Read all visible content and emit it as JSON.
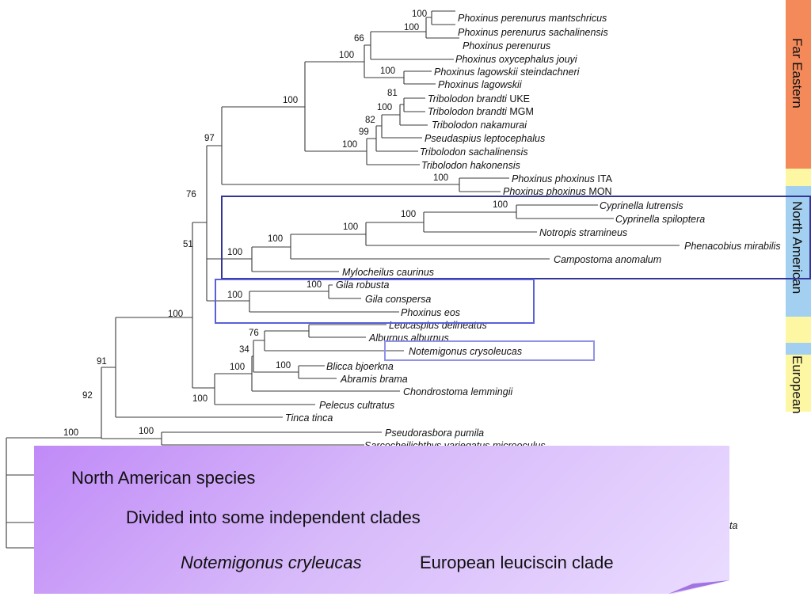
{
  "legend": {
    "far_eastern": "Far Eastern",
    "north_american": "North American",
    "european": "European",
    "colors": {
      "far_eastern": "#f4895a",
      "north_american": "#a3d0f0",
      "european": "#fdf7a3",
      "clade_box_dark": "#34359a",
      "clade_box_mid": "#5a60d8",
      "clade_box_light": "#8f92e8"
    }
  },
  "taxa": {
    "t1": "Phoxinus perenurus mantschricus",
    "t2": "Phoxinus perenurus sachalinensis",
    "t3": "Phoxinus perenurus",
    "t4": "Phoxinus oxycephalus jouyi",
    "t5": "Phoxinus lagowskii steindachneri",
    "t6": "Phoxinus lagowskii",
    "t7": "Tribolodon brandti",
    "t7s": " UKE",
    "t8": "Tribolodon brandti",
    "t8s": " MGM",
    "t9": "Tribolodon nakamurai",
    "t10": "Pseudaspius leptocephalus",
    "t11": "Tribolodon sachalinensis",
    "t12": "Tribolodon hakonensis",
    "t13": "Phoxinus phoxinus",
    "t13s": " ITA",
    "t14": "Phoxinus phoxinus",
    "t14s": " MON",
    "t15": "Cyprinella lutrensis",
    "t16": "Cyprinella spiloptera",
    "t17": "Notropis stramineus",
    "t18": "Phenacobius mirabilis",
    "t19": "Campostoma anomalum",
    "t20": "Mylocheilus caurinus",
    "t21": "Gila robusta",
    "t22": "Gila conspersa",
    "t23": "Phoxinus eos",
    "t24": "Leucaspius delineatus",
    "t25": "Alburnus alburnus",
    "t26": "Notemigonus crysoleucas",
    "t27": "Blicca bjoerkna",
    "t28": "Abramis brama",
    "t29": "Chondrostoma lemmingii",
    "t30": "Pelecus cultratus",
    "t31": "Tinca tinca",
    "t32": "Pseudorasbora pumila",
    "t33": "Sarcocheilichthys variegatus microoculus",
    "t34": "ta"
  },
  "support": {
    "b1": "100",
    "b2": "100",
    "b3": "66",
    "b4": "100",
    "b5": "100",
    "b6": "100",
    "b7": "81",
    "b8": "100",
    "b9": "82",
    "b10": "99",
    "b11": "100",
    "b12": "97",
    "b13": "100",
    "b14": "100",
    "b15": "100",
    "b16": "100",
    "b17": "100",
    "b18": "76",
    "b19": "51",
    "b20": "100",
    "b21": "100",
    "b22": "100",
    "b23": "76",
    "b24": "34",
    "b25": "100",
    "b26": "100",
    "b27": "100",
    "b28": "100",
    "b29": "91",
    "b30": "92",
    "b31": "100",
    "b32": "100"
  },
  "note": {
    "line1": "North American species",
    "line2": "Divided into some independent clades",
    "line3_species": "Notemigonus cryleucas",
    "line3_clade": "European leuciscin clade"
  }
}
